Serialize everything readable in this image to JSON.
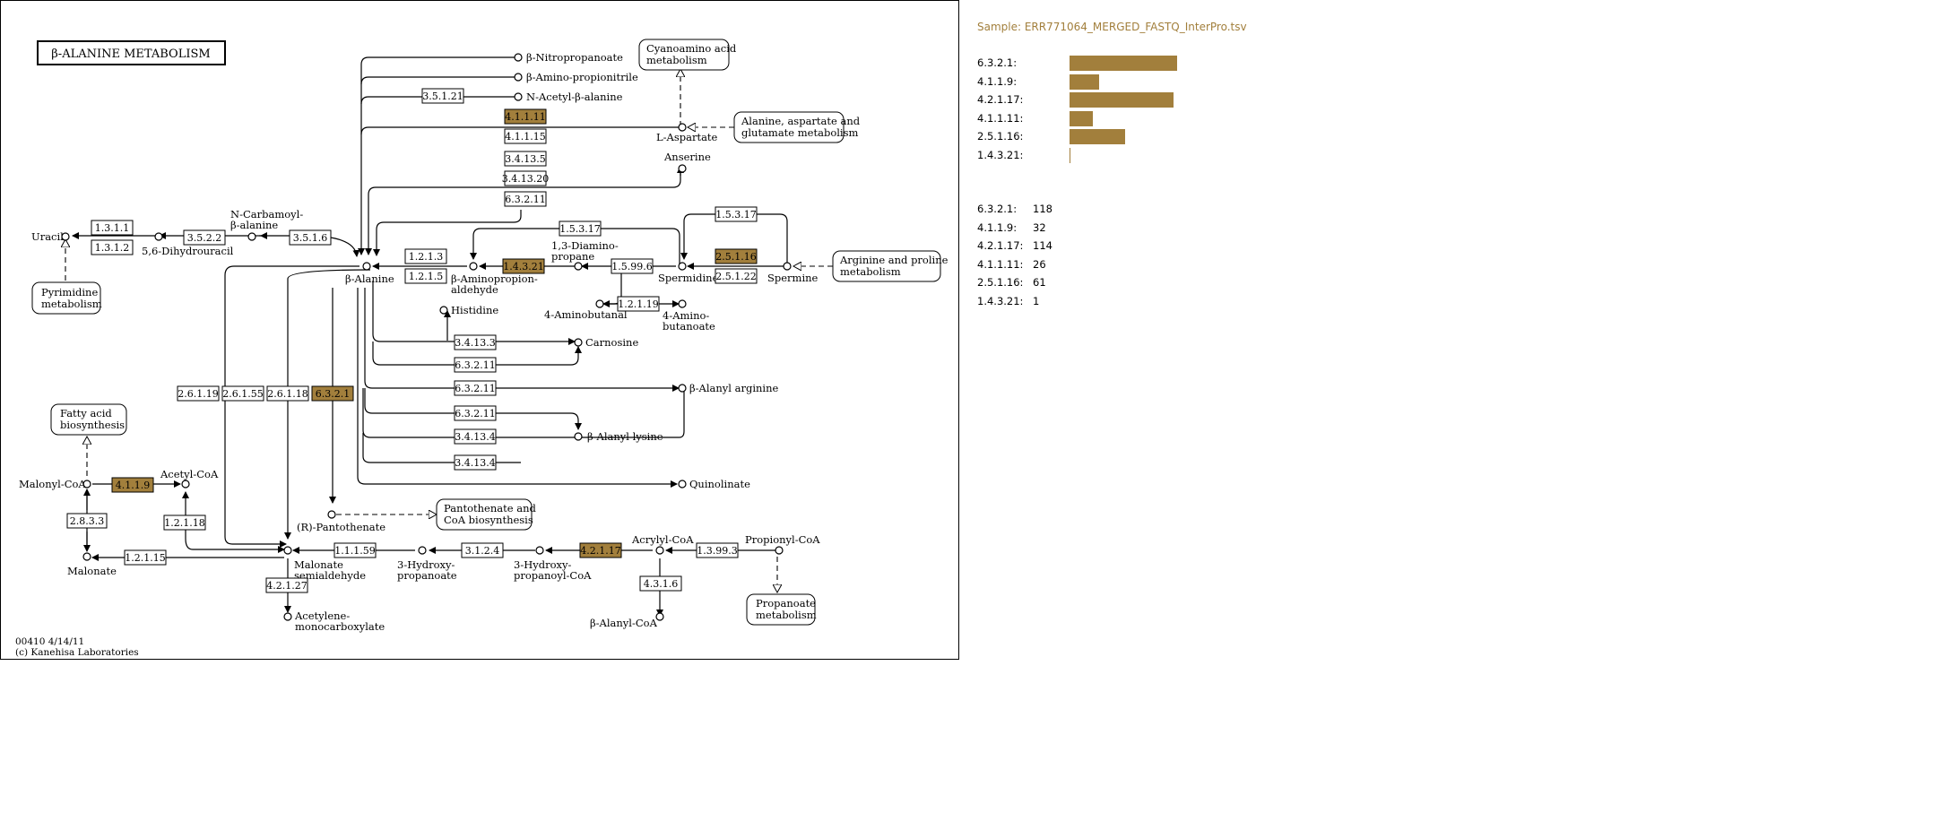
{
  "map": {
    "title": "β-ALANINE METABOLISM",
    "footer_id": "00410 4/14/11",
    "footer_copy": "(c) Kanehisa Laboratories",
    "compounds": {
      "uracil": "Uracil",
      "dihydrouracil": "5,6-Dihydrouracil",
      "ncarb_a": "N-Carbamoyl-",
      "ncarb_b": "β-alanine",
      "balanine": "β-Alanine",
      "nitroprop": "β-Nitropropanoate",
      "aminoprop": "β-Amino-propionitrile",
      "nacetyl": "N-Acetyl-β-alanine",
      "aspartate": "L-Aspartate",
      "anserine": "Anserine",
      "diamino_a": "1,3-Diamino-",
      "diamino_b": "propane",
      "aminopropion_a": "β-Aminopropion-",
      "aminopropion_b": "aldehyde",
      "spermidine": "Spermidine",
      "spermine": "Spermine",
      "aminobutanal": "4-Aminobutanal",
      "aminobut_a": "4-Amino-",
      "aminobut_b": "butanoate",
      "histidine": "Histidine",
      "carnosine": "Carnosine",
      "alanylarginine": "β-Alanyl arginine",
      "alanyllysine": "β-Alanyl lysine",
      "quinolinate": "Quinolinate",
      "malonylcoa": "Malonyl-CoA",
      "acetylcoa": "Acetyl-CoA",
      "malonate": "Malonate",
      "pantothenate": "(R)-Pantothenate",
      "malsemi_a": "Malonate",
      "malsemi_b": "semialdehyde",
      "hydroxyprop_a": "3-Hydroxy-",
      "hydroxyprop_b": "propanoate",
      "hydroxypropcoa_a": "3-Hydroxy-",
      "hydroxypropcoa_b": "propanoyl-CoA",
      "acrylylcoa": "Acrylyl-CoA",
      "propionylcoa": "Propionyl-CoA",
      "balanylcoa": "β-Alanyl-CoA",
      "acetylene_a": "Acetylene-",
      "acetylene_b": "monocarboxylate"
    },
    "pathways": {
      "cyanoamino_a": "Cyanoamino acid",
      "cyanoamino_b": "metabolism",
      "alanine_a": "Alanine, aspartate and",
      "alanine_b": "glutamate metabolism",
      "arginine_a": "Arginine and proline",
      "arginine_b": "metabolism",
      "pyrimidine_a": "Pyrimidine",
      "pyrimidine_b": "metabolism",
      "fatty_a": "Fatty acid",
      "fatty_b": "biosynthesis",
      "panto_a": "Pantothenate and",
      "panto_b": "CoA biosynthesis",
      "propanoate_a": "Propanoate",
      "propanoate_b": "metabolism"
    },
    "enzymes": {
      "e_3_5_1_21": "3.5.1.21",
      "e_4_1_1_11": "4.1.1.11",
      "e_4_1_1_15": "4.1.1.15",
      "e_3_4_13_5": "3.4.13.5",
      "e_3_4_13_20": "3.4.13.20",
      "e_6_3_2_11_a": "6.3.2.11",
      "e_1_3_1_1": "1.3.1.1",
      "e_1_3_1_2": "1.3.1.2",
      "e_3_5_2_2": "3.5.2.2",
      "e_3_5_1_6": "3.5.1.6",
      "e_1_2_1_3": "1.2.1.3",
      "e_1_2_1_5": "1.2.1.5",
      "e_1_4_3_21": "1.4.3.21",
      "e_1_5_3_17_a": "1.5.3.17",
      "e_1_5_3_17_b": "1.5.3.17",
      "e_1_5_99_6": "1.5.99.6",
      "e_2_5_1_16": "2.5.1.16",
      "e_2_5_1_22": "2.5.1.22",
      "e_1_2_1_19": "1.2.1.19",
      "e_3_4_13_3": "3.4.13.3",
      "e_6_3_2_11_b": "6.3.2.11",
      "e_6_3_2_11_c": "6.3.2.11",
      "e_6_3_2_11_d": "6.3.2.11",
      "e_3_4_13_4_a": "3.4.13.4",
      "e_3_4_13_4_b": "3.4.13.4",
      "e_2_6_1_19": "2.6.1.19",
      "e_2_6_1_55": "2.6.1.55",
      "e_2_6_1_18": "2.6.1.18",
      "e_6_3_2_1": "6.3.2.1",
      "e_4_1_1_9": "4.1.1.9",
      "e_2_8_3_3": "2.8.3.3",
      "e_1_2_1_18": "1.2.1.18",
      "e_1_2_1_15": "1.2.1.15",
      "e_1_1_1_59": "1.1.1.59",
      "e_3_1_2_4": "3.1.2.4",
      "e_4_2_1_17": "4.2.1.17",
      "e_1_3_99_3": "1.3.99.3",
      "e_4_3_1_6": "4.3.1.6",
      "e_4_2_1_27": "4.2.1.27"
    },
    "highlight_color": "#a27f3c"
  },
  "panel": {
    "sample_label": "Sample: ERR771064_MERGED_FASTQ_InterPro.tsv",
    "sample_color": "#a27f3c",
    "bar_color": "#a27f3c",
    "bar_max": 118,
    "bars": [
      {
        "label": "6.3.2.1:",
        "value": 118
      },
      {
        "label": "4.1.1.9:",
        "value": 32
      },
      {
        "label": "4.2.1.17:",
        "value": 114
      },
      {
        "label": "4.1.1.11:",
        "value": 26
      },
      {
        "label": "2.5.1.16:",
        "value": 61
      },
      {
        "label": "1.4.3.21:",
        "value": 1
      }
    ],
    "counts": [
      {
        "label": "6.3.2.1:",
        "value": "118"
      },
      {
        "label": "4.1.1.9:",
        "value": "32"
      },
      {
        "label": "4.2.1.17:",
        "value": "114"
      },
      {
        "label": "4.1.1.11:",
        "value": "26"
      },
      {
        "label": "2.5.1.16:",
        "value": "61"
      },
      {
        "label": "1.4.3.21:",
        "value": "1"
      }
    ]
  }
}
